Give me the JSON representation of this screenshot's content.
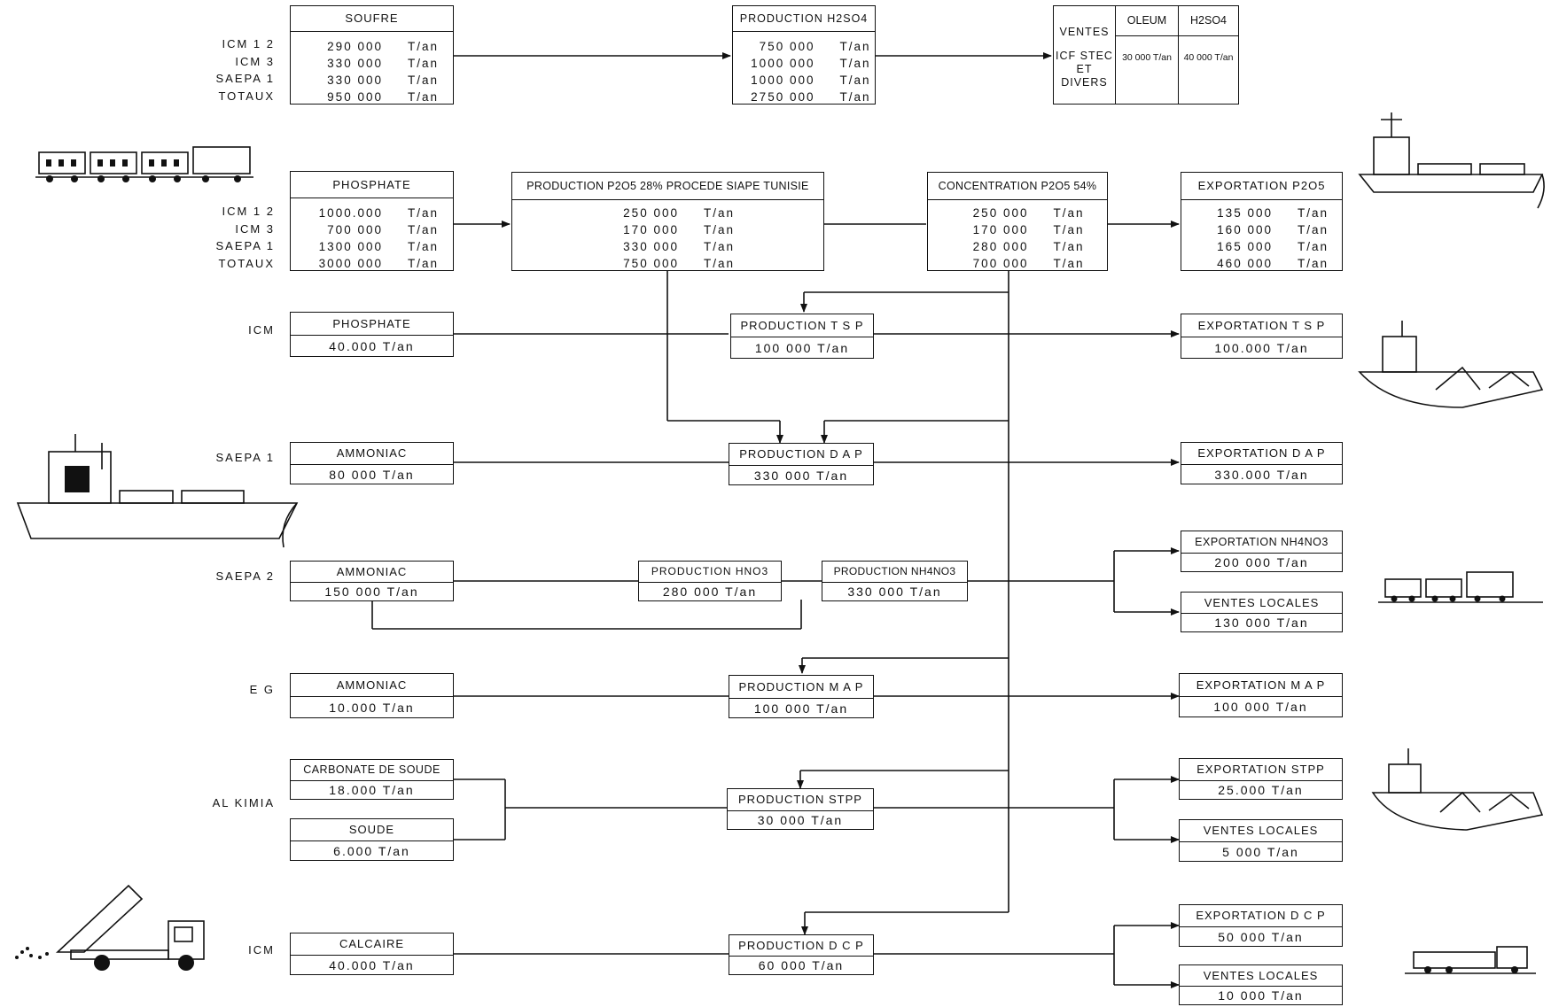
{
  "unit": "T/an",
  "sources": {
    "soufre_plants": [
      "ICM 1 2",
      "ICM 3",
      "SAEPA 1",
      "TOTAUX"
    ],
    "phosphate_plants": [
      "ICM 1 2",
      "ICM 3",
      "SAEPA 1",
      "TOTAUX"
    ],
    "icm_tsp": "ICM",
    "saepa1": "SAEPA 1",
    "saepa2": "SAEPA 2",
    "eg": "E G",
    "alkimia": "AL KIMIA",
    "icm_dcp": "ICM"
  },
  "soufre": {
    "title": "SOUFRE",
    "values": [
      "290 000",
      "330 000",
      "330 000",
      "950 000"
    ]
  },
  "prod_h2so4": {
    "title": "PRODUCTION H2SO4",
    "values": [
      "750 000",
      "1000 000",
      "1000 000",
      "2750 000"
    ]
  },
  "ventes": {
    "label_top": "VENTES",
    "label_body": "ICF STEC ET DIVERS",
    "oleum_header": "OLEUM",
    "h2so4_header": "H2SO4",
    "oleum_value": "30 000 T/an",
    "h2so4_value": "40 000 T/an"
  },
  "phosphate": {
    "title": "PHOSPHATE",
    "values": [
      "1000.000",
      "700 000",
      "1300 000",
      "3000 000"
    ]
  },
  "prod_p2o5": {
    "title": "PRODUCTION P2O5 28% PROCEDE SIAPE TUNISIE",
    "values": [
      "250 000",
      "170 000",
      "330 000",
      "750 000"
    ]
  },
  "concentration": {
    "title": "CONCENTRATION P2O5 54%",
    "values": [
      "250 000",
      "170 000",
      "280 000",
      "700 000"
    ]
  },
  "export_p2o5": {
    "title": "EXPORTATION P2O5",
    "values": [
      "135 000",
      "160 000",
      "165 000",
      "460 000"
    ]
  },
  "phosphate_tsp": {
    "title": "PHOSPHATE",
    "value": "40.000 T/an"
  },
  "prod_tsp": {
    "title": "PRODUCTION T S P",
    "value": "100 000 T/an"
  },
  "export_tsp": {
    "title": "EXPORTATION T S P",
    "value": "100.000 T/an"
  },
  "ammoniac1": {
    "title": "AMMONIAC",
    "value": "80 000 T/an"
  },
  "prod_dap": {
    "title": "PRODUCTION D A P",
    "value": "330 000 T/an"
  },
  "export_dap": {
    "title": "EXPORTATION D A P",
    "value": "330.000 T/an"
  },
  "ammoniac2": {
    "title": "AMMONIAC",
    "value": "150 000 T/an"
  },
  "prod_hno3": {
    "title": "PRODUCTION HNO3",
    "value": "280 000 T/an"
  },
  "prod_nh4no3": {
    "title": "PRODUCTION NH4NO3",
    "value": "330 000 T/an"
  },
  "export_nh4no3": {
    "title": "EXPORTATION NH4NO3",
    "value": "200 000 T/an"
  },
  "ventes_nh4no3": {
    "title": "VENTES LOCALES",
    "value": "130 000 T/an"
  },
  "ammoniac3": {
    "title": "AMMONIAC",
    "value": "10.000 T/an"
  },
  "prod_map": {
    "title": "PRODUCTION M A P",
    "value": "100 000 T/an"
  },
  "export_map": {
    "title": "EXPORTATION M A P",
    "value": "100 000 T/an"
  },
  "carbonate": {
    "title": "CARBONATE DE SOUDE",
    "value": "18.000 T/an"
  },
  "soude": {
    "title": "SOUDE",
    "value": "6.000 T/an"
  },
  "prod_stpp": {
    "title": "PRODUCTION STPP",
    "value": "30 000 T/an"
  },
  "export_stpp": {
    "title": "EXPORTATION STPP",
    "value": "25.000 T/an"
  },
  "ventes_stpp": {
    "title": "VENTES LOCALES",
    "value": "5 000 T/an"
  },
  "calcaire": {
    "title": "CALCAIRE",
    "value": "40.000 T/an"
  },
  "prod_dcp": {
    "title": "PRODUCTION D C P",
    "value": "60 000 T/an"
  },
  "export_dcp": {
    "title": "EXPORTATION D C P",
    "value": "50 000 T/an"
  },
  "ventes_dcp": {
    "title": "VENTES LOCALES",
    "value": "10 000 T/an"
  },
  "pictures": [
    "freight-train-icon",
    "cargo-ship-icon",
    "dump-truck-icon",
    "freight-train-icon",
    "cargo-ship-icon",
    "truck-icon"
  ]
}
